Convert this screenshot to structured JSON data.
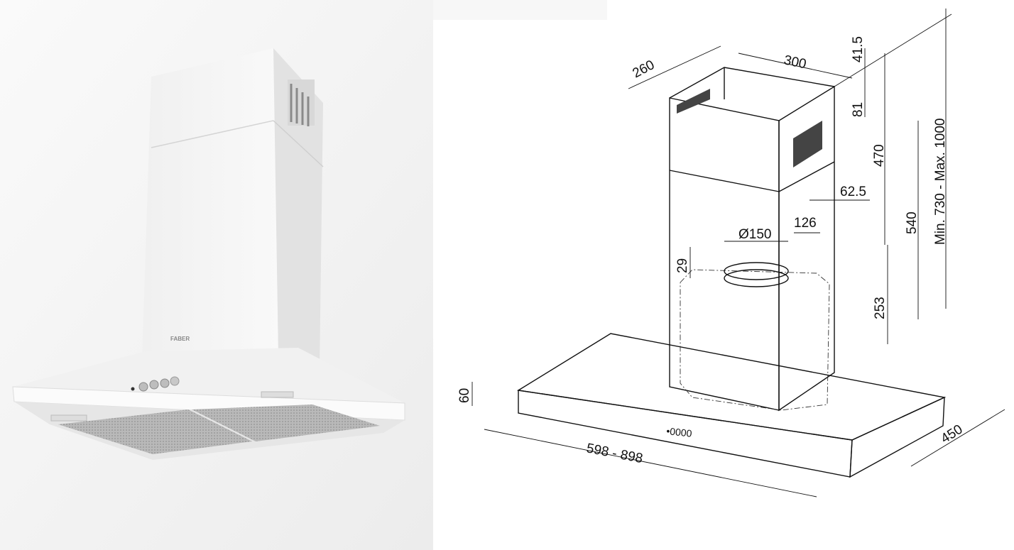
{
  "product": {
    "brand_logo": "FABER"
  },
  "drawing": {
    "dimensions": {
      "chimney_depth": "260",
      "chimney_width": "300",
      "top_offset": "41.5",
      "vent_height": "81",
      "upper_chimney": "470",
      "lower_chimney": "540",
      "total_height": "Min.  730  -  Max.  1000",
      "vent_offset": "62.5",
      "vent_width": "126",
      "outlet_diameter": "Ø150",
      "outlet_height": "29",
      "motor_height": "253",
      "canopy_height": "60",
      "width": "598  -  898",
      "depth": "450"
    },
    "control_panel": "•0000"
  }
}
